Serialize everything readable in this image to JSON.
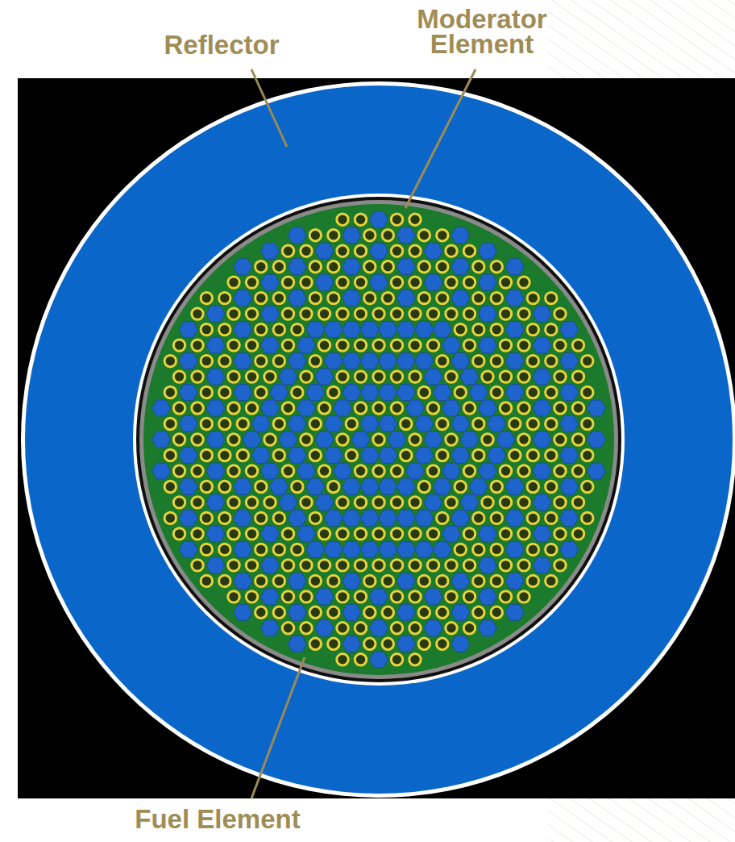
{
  "diagram": {
    "labels": [
      "Reflector",
      "Moderator Element",
      "Fuel Element"
    ]
  }
}
